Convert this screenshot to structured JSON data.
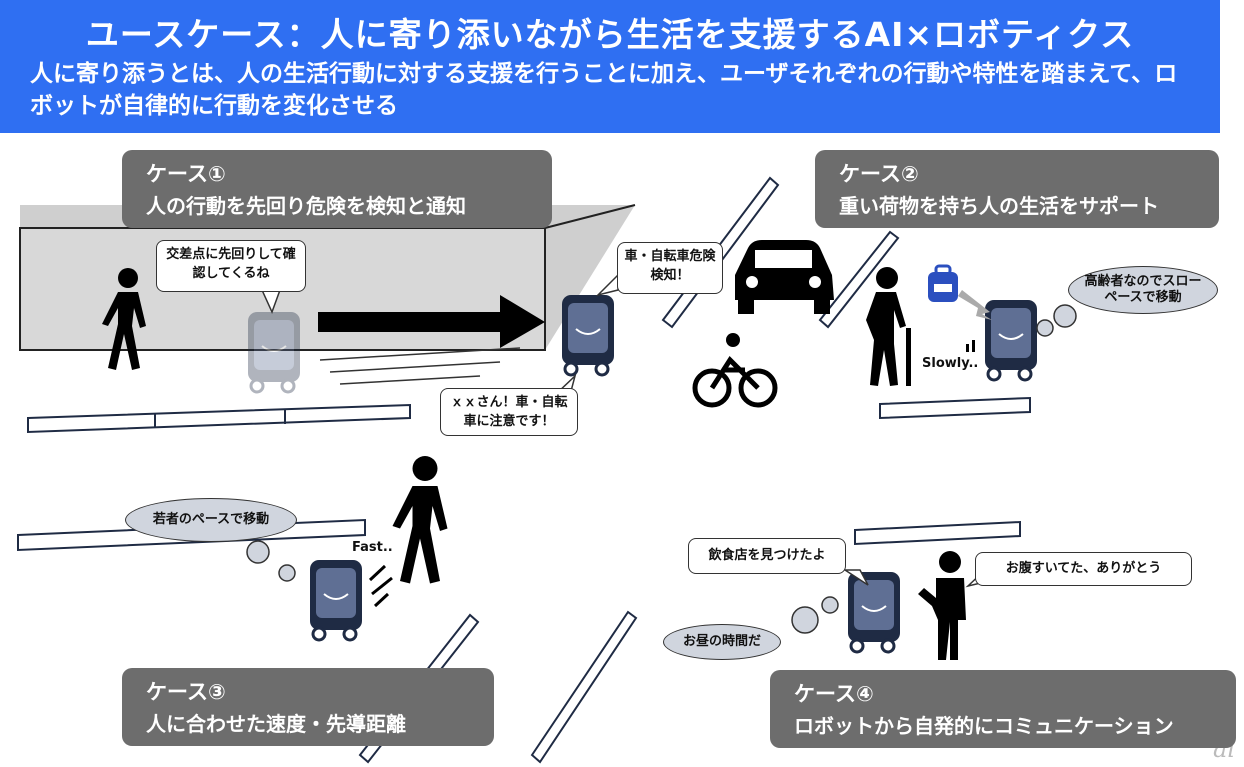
{
  "header": {
    "title": "ユースケース：人に寄り添いながら生活を支援するAI×ロボティクス",
    "subtitle": "人に寄り添うとは、人の生活行動に対する支援を行うことに加え、ユーザそれぞれの行動や特性を踏まえて、ロボットが自律的に行動を変化させる"
  },
  "cases": [
    {
      "number": "ケース①",
      "description": "人の行動を先回り危険を検知と通知"
    },
    {
      "number": "ケース②",
      "description": "重い荷物を持ち人の生活をサポート"
    },
    {
      "number": "ケース③",
      "description": "人に合わせた速度・先導距離"
    },
    {
      "number": "ケース④",
      "description": "ロボットから自発的にコミュニケーション"
    }
  ],
  "bubbles": {
    "case1_lookahead": "交差点に先回りして確認してくるね",
    "case1_detect": "車・自転車危険検知！",
    "case1_warn": "ｘｘさん！車・自転車に注意です！",
    "case2_elderly": "高齢者なのでスローペースで移動",
    "case2_slowly": "Slowly..",
    "case3_young": "若者のペースで移動",
    "case3_fast": "Fast..",
    "case4_restaurant": "飲食店を見つけたよ",
    "case4_thanks": "お腹すいてた、ありがとう",
    "case4_lunch": "お昼の時間だ"
  },
  "icons": {
    "person": "walking-person-icon",
    "robot": "robot-icon",
    "car": "car-icon",
    "bicycle": "bicycle-icon",
    "backpack": "backpack-icon",
    "elderly": "elderly-person-icon"
  },
  "watermark": "ai",
  "colors": {
    "header": "#2f6ff2",
    "case_box": "#6d6d6d",
    "robot": "#1f2b44"
  }
}
